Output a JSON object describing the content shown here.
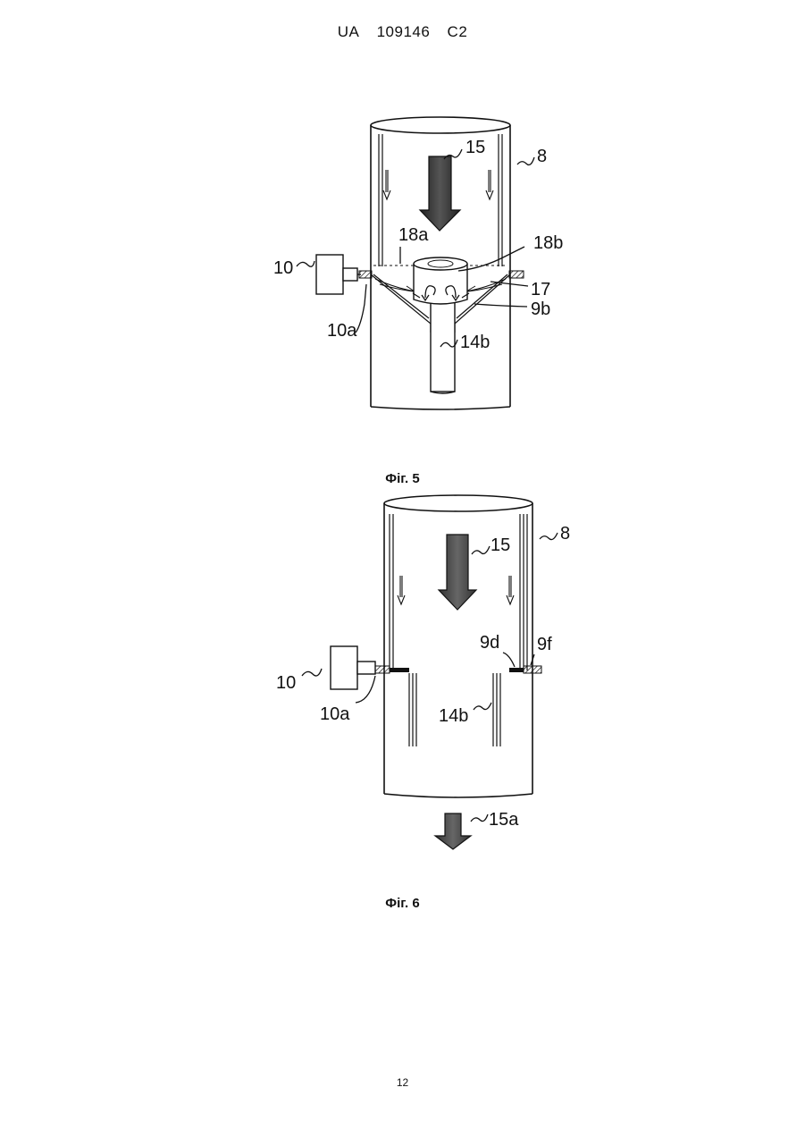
{
  "header": {
    "country": "UA",
    "number": "109146",
    "kind": "C2"
  },
  "figure5": {
    "caption": "Фіг. 5",
    "labels": {
      "l15": "15",
      "l8": "8",
      "l18a": "18a",
      "l18b": "18b",
      "l10": "10",
      "l17": "17",
      "l9b": "9b",
      "l10a": "10a",
      "l14b": "14b"
    }
  },
  "figure6": {
    "caption": "Фіг. 6",
    "labels": {
      "l15": "15",
      "l8": "8",
      "l9d": "9d",
      "l9f": "9f",
      "l10": "10",
      "l10a": "10a",
      "l14b": "14b",
      "l15a": "15a"
    }
  },
  "page_number": "12"
}
